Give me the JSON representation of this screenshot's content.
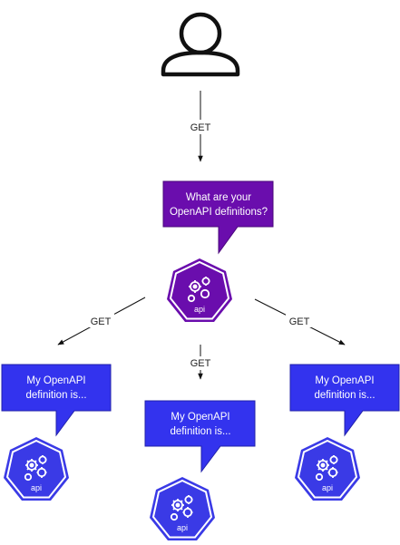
{
  "edges": {
    "user_to_hub": "GET",
    "hub_to_left": "GET",
    "hub_to_center": "GET",
    "hub_to_right": "GET"
  },
  "hub": {
    "question_line1": "What are your",
    "question_line2": "OpenAPI definitions?",
    "badge": "api",
    "bubble_color": "#6a0dad"
  },
  "services": {
    "left": {
      "line1": "My OpenAPI",
      "line2": "definition is...",
      "badge": "api"
    },
    "center": {
      "line1": "My OpenAPI",
      "line2": "definition is...",
      "badge": "api"
    },
    "right": {
      "line1": "My OpenAPI",
      "line2": "definition is...",
      "badge": "api"
    },
    "bubble_color": "#3333ee"
  },
  "icons": {
    "user": "user-icon",
    "api": "kubernetes-api-icon"
  }
}
